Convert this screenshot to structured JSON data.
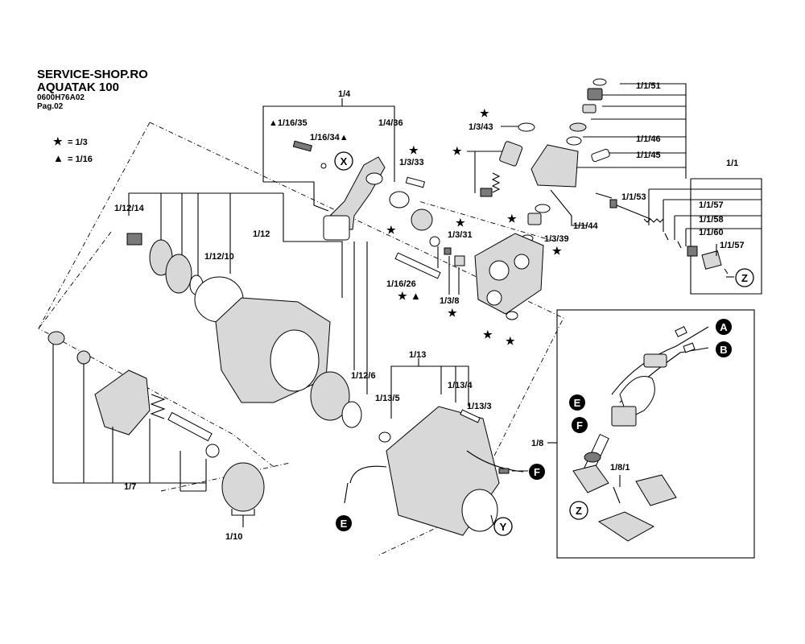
{
  "header": {
    "shop": "SERVICE-SHOP.RO",
    "model": "AQUATAK 100",
    "code": "0600H76A02",
    "page": "Pag.02"
  },
  "legend": {
    "star_symbol": "★",
    "star_text": "= 1/3",
    "triangle_symbol": "▲",
    "triangle_text": "= 1/16"
  },
  "labels": {
    "l_1_4": "1/4",
    "l_1_16_35": "▲1/16/35",
    "l_1_16_34": "1/16/34▲",
    "l_1_4_36": "1/4/36",
    "l_1_3_43": "1/3/43",
    "l_1_3_33": "1/3/33",
    "l_1_3_31": "1/3/31",
    "l_1_3_39": "1/3/39",
    "l_1_16_26": "1/16/26",
    "l_1_3_8": "1/3/8",
    "l_1_1_51": "1/1/51",
    "l_1_1_46": "1/1/46",
    "l_1_1_45": "1/1/45",
    "l_1_1": "1/1",
    "l_1_1_53": "1/1/53",
    "l_1_1_44": "1/1/44",
    "l_1_1_57a": "1/1/57",
    "l_1_1_58": "1/1/58",
    "l_1_1_60": "1/1/60",
    "l_1_1_57b": "1/1/57",
    "l_1_12_14": "1/12/14",
    "l_1_12": "1/12",
    "l_1_12_10": "1/12/10",
    "l_1_12_6": "1/12/6",
    "l_1_13": "1/13",
    "l_1_13_4": "1/13/4",
    "l_1_13_5": "1/13/5",
    "l_1_13_3": "1/13/3",
    "l_1_7": "1/7",
    "l_1_10": "1/10",
    "l_1_8": "1/8",
    "l_1_8_1": "1/8/1"
  },
  "callouts": {
    "x": "X",
    "y": "Y",
    "z1": "Z",
    "z2": "Z",
    "a": "A",
    "b": "B",
    "e1": "E",
    "e2": "E",
    "f1": "F",
    "f2": "F"
  },
  "colors": {
    "ink": "#000000",
    "paper": "#ffffff",
    "shade": "#d8d8d8",
    "dark": "#7a7a7a"
  }
}
